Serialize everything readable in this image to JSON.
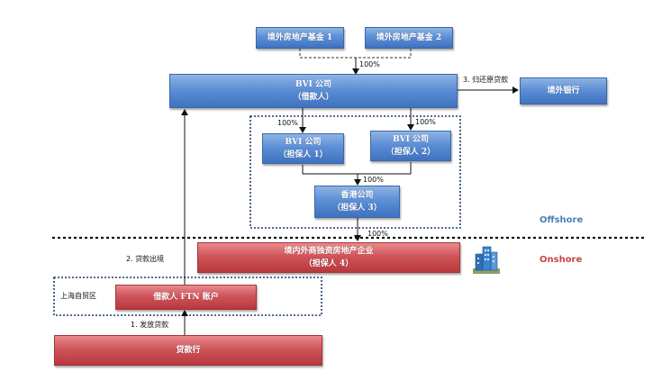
{
  "colors": {
    "box_blue": "#4f81c8",
    "box_red": "#c0474c",
    "offshore_text": "#4a7ebb",
    "onshore_text": "#c0474c",
    "dotted_border": "#1f3c70"
  },
  "nodes": {
    "fund1": "境外房地产基金 1",
    "fund2": "境外房地产基金 2",
    "bvi_main": {
      "line1": "BVI 公司",
      "line2": "（借款人）"
    },
    "overseas_bank": "境外银行",
    "bvi_g1": {
      "line1": "BVI 公司",
      "line2": "（担保人 1）"
    },
    "bvi_g2": {
      "line1": "BVI 公司",
      "line2": "（担保人 2）"
    },
    "hk": {
      "line1": "香港公司",
      "line2": "（担保人 3）"
    },
    "onshore_company": {
      "line1": "境内外商独资房地产企业",
      "line2": "（担保人 4）"
    },
    "ftn_account": "借款人 FTN 账户",
    "lender_bank": "贷款行"
  },
  "labels": {
    "pct_top": "100%",
    "pct_g1": "100%",
    "pct_g2": "100%",
    "pct_hk": "100%",
    "pct_onshore": "100%",
    "step1": "1. 发放贷款",
    "step2": "2. 贷款出境",
    "step3": "3. 归还原贷款",
    "ftz": "上海自贸区",
    "offshore": "Offshore",
    "onshore": "Onshore"
  },
  "icons": {
    "building": "building-icon"
  }
}
